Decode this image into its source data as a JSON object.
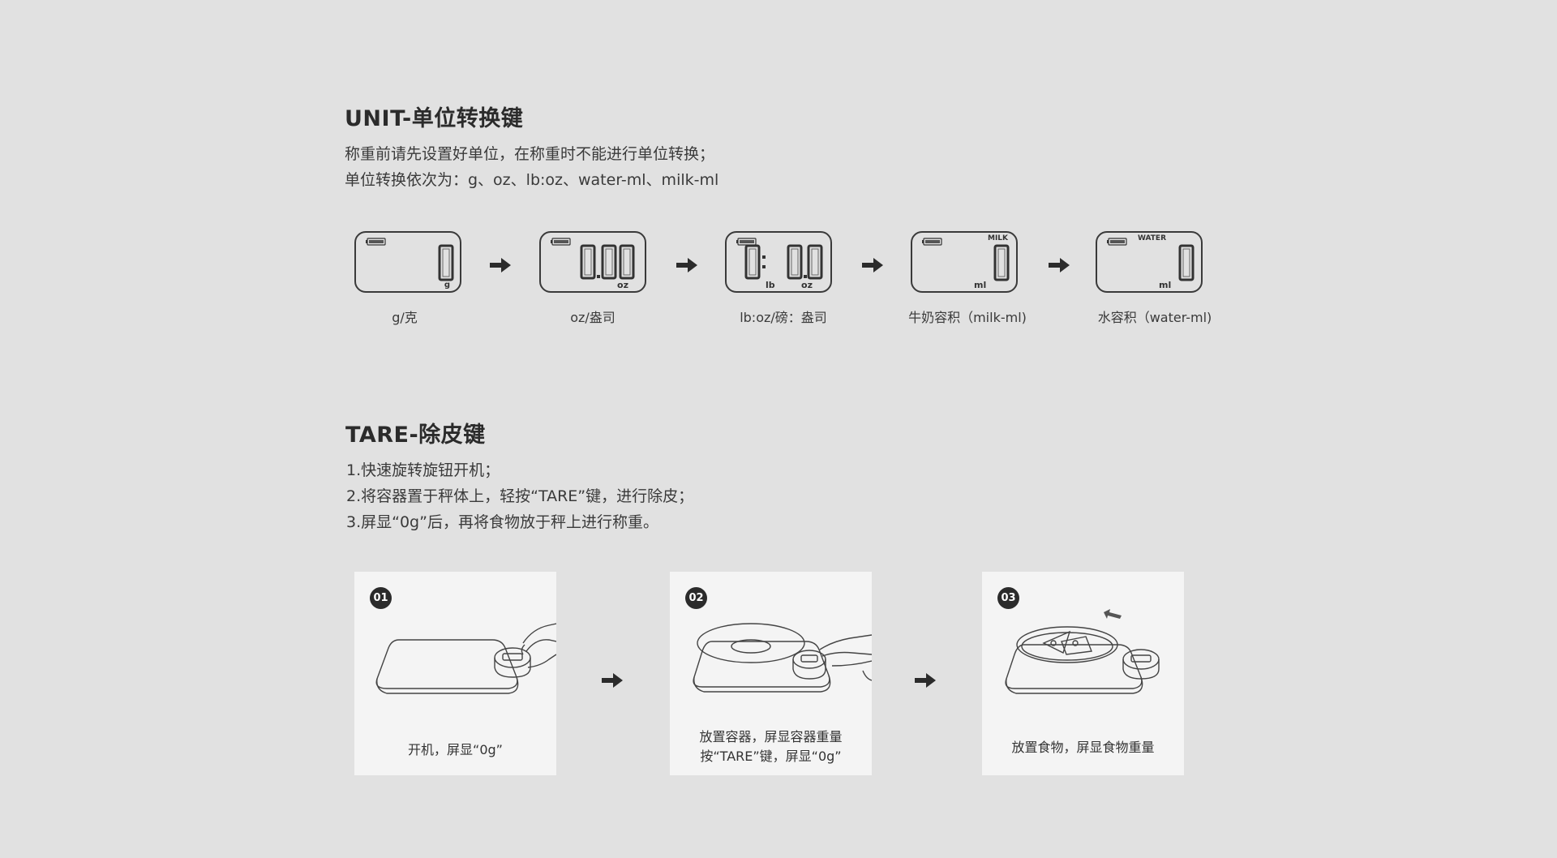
{
  "unit_section": {
    "title": "UNIT-单位转换键",
    "line1": "称重前请先设置好单位，在称重时不能进行单位转换；",
    "line2": "单位转换依次为：g、oz、lb:oz、water-ml、milk-ml"
  },
  "lcd_displays": [
    {
      "label": "g/克",
      "digits": "0",
      "unit": "g",
      "mode": ""
    },
    {
      "label": "oz/盎司",
      "digits": "0.00",
      "unit": "oz",
      "mode": ""
    },
    {
      "label": "lb:oz/磅：盎司",
      "digits": "0: 0.0",
      "unit": "lb oz",
      "unit_lb": "lb",
      "unit_oz": "oz",
      "mode": ""
    },
    {
      "label": "牛奶容积（milk-ml)",
      "digits": "0",
      "unit": "ml",
      "mode": "MILK"
    },
    {
      "label": "水容积（water-ml)",
      "digits": "0",
      "unit": "ml",
      "mode": "WATER"
    }
  ],
  "tare_section": {
    "title": "TARE-除皮键",
    "step1": "1.快速旋转旋钮开机；",
    "step2": "2.将容器置于秤体上，轻按“TARE”键，进行除皮；",
    "step3": "3.屏显“0g”后，再将食物放于秤上进行称重。"
  },
  "cards": [
    {
      "badge": "01",
      "caption_line1": "开机，屏显“0g”",
      "caption_line2": ""
    },
    {
      "badge": "02",
      "caption_line1": "放置容器，屏显容器重量",
      "caption_line2": "按“TARE”键，屏显“0g”"
    },
    {
      "badge": "03",
      "caption_line1": "放置食物，屏显食物重量",
      "caption_line2": ""
    }
  ],
  "icons": {
    "arrow": "right-arrow-icon",
    "battery": "battery-icon"
  }
}
